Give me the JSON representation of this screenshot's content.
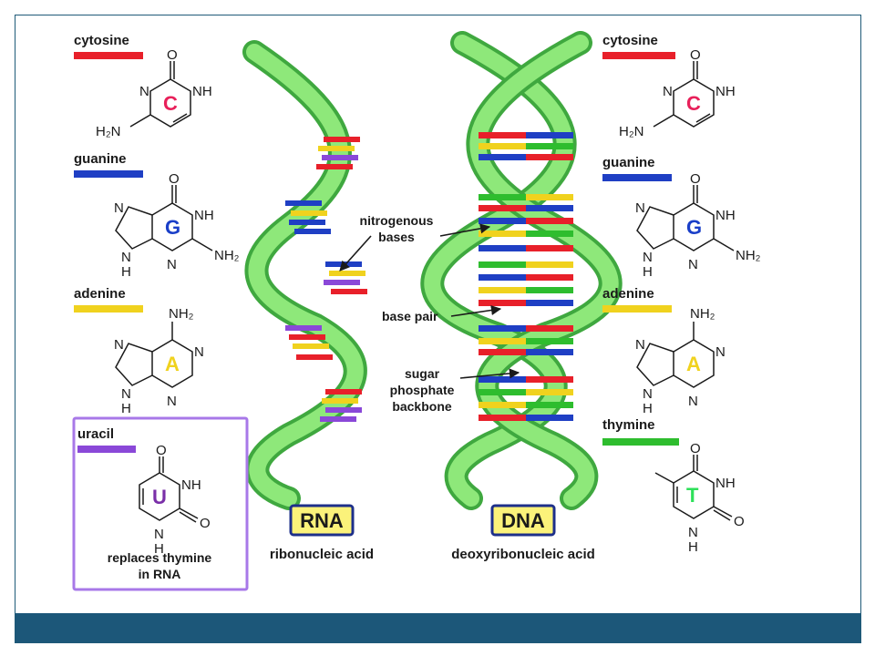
{
  "bases": {
    "cytosine": {
      "name": "cytosine",
      "letter": "C",
      "color": "#e8202a",
      "text_color": "#e8205a"
    },
    "guanine": {
      "name": "guanine",
      "letter": "G",
      "color": "#1f3fc4",
      "text_color": "#1a3fc8"
    },
    "adenine": {
      "name": "adenine",
      "letter": "A",
      "color": "#f0d21e",
      "text_color": "#f0d21e"
    },
    "uracil": {
      "name": "uracil",
      "letter": "U",
      "color": "#8a48d8",
      "text_color": "#7a2fa8"
    },
    "thymine": {
      "name": "thymine",
      "letter": "T",
      "color": "#2ebd2e",
      "text_color": "#2ee05a"
    }
  },
  "atoms": {
    "O": "O",
    "N": "N",
    "NH": "NH",
    "H": "H",
    "H2N": "H₂N",
    "NH2": "NH₂"
  },
  "uracil_note": [
    "replaces thymine",
    "in RNA"
  ],
  "annotations": {
    "nitrogenous_bases": [
      "nitrogenous",
      "bases"
    ],
    "base_pair": "base pair",
    "sugar_phosphate_backbone": [
      "sugar",
      "phosphate",
      "backbone"
    ]
  },
  "rna": {
    "badge": "RNA",
    "caption": "ribonucleic acid"
  },
  "dna": {
    "badge": "DNA",
    "caption": "deoxyribonucleic acid"
  },
  "colors": {
    "helix": "#7ee06a",
    "helix_dark": "#3fa83f",
    "badge_fill": "#fbf27a",
    "badge_border": "#1d2f8a",
    "uracil_box": "#a878e8",
    "footer": "#1c5779"
  }
}
